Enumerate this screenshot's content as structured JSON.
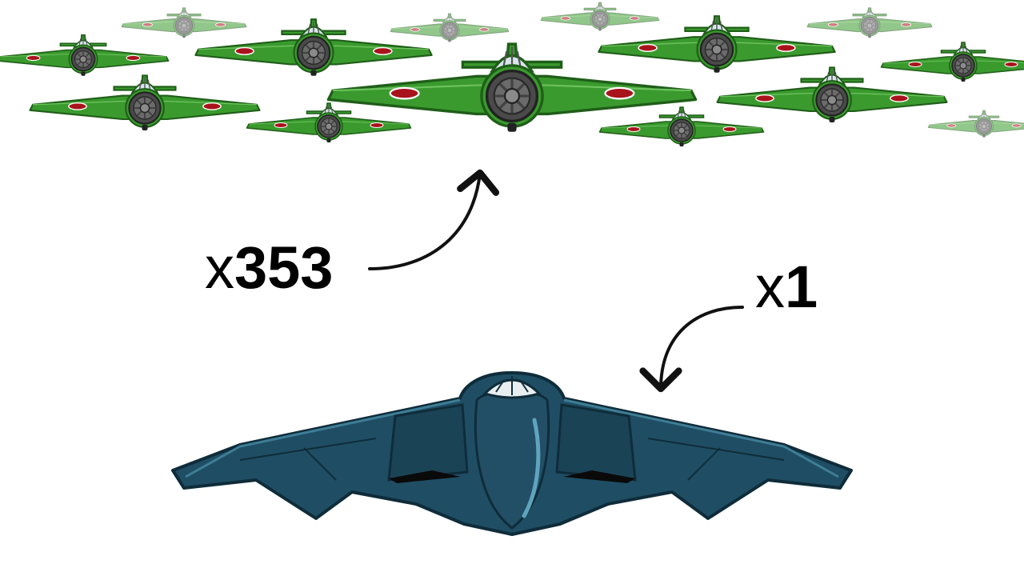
{
  "labels": {
    "fighters": {
      "prefix": "x",
      "count": "353"
    },
    "bomber": {
      "prefix": "x",
      "count": "1"
    }
  },
  "colors": {
    "fighter_green": "#3a9a2e",
    "fighter_green_dark": "#1f5e18",
    "roundel_red": "#a8131c",
    "engine_gray": "#4a4a4a",
    "bomber_blue": "#1f4e64",
    "bomber_blue_dark": "#0f2c3a",
    "arrow": "#111111"
  },
  "icons": {
    "fighter": "fighter-plane-icon",
    "bomber": "stealth-bomber-icon",
    "arrow": "curved-arrow-icon"
  }
}
